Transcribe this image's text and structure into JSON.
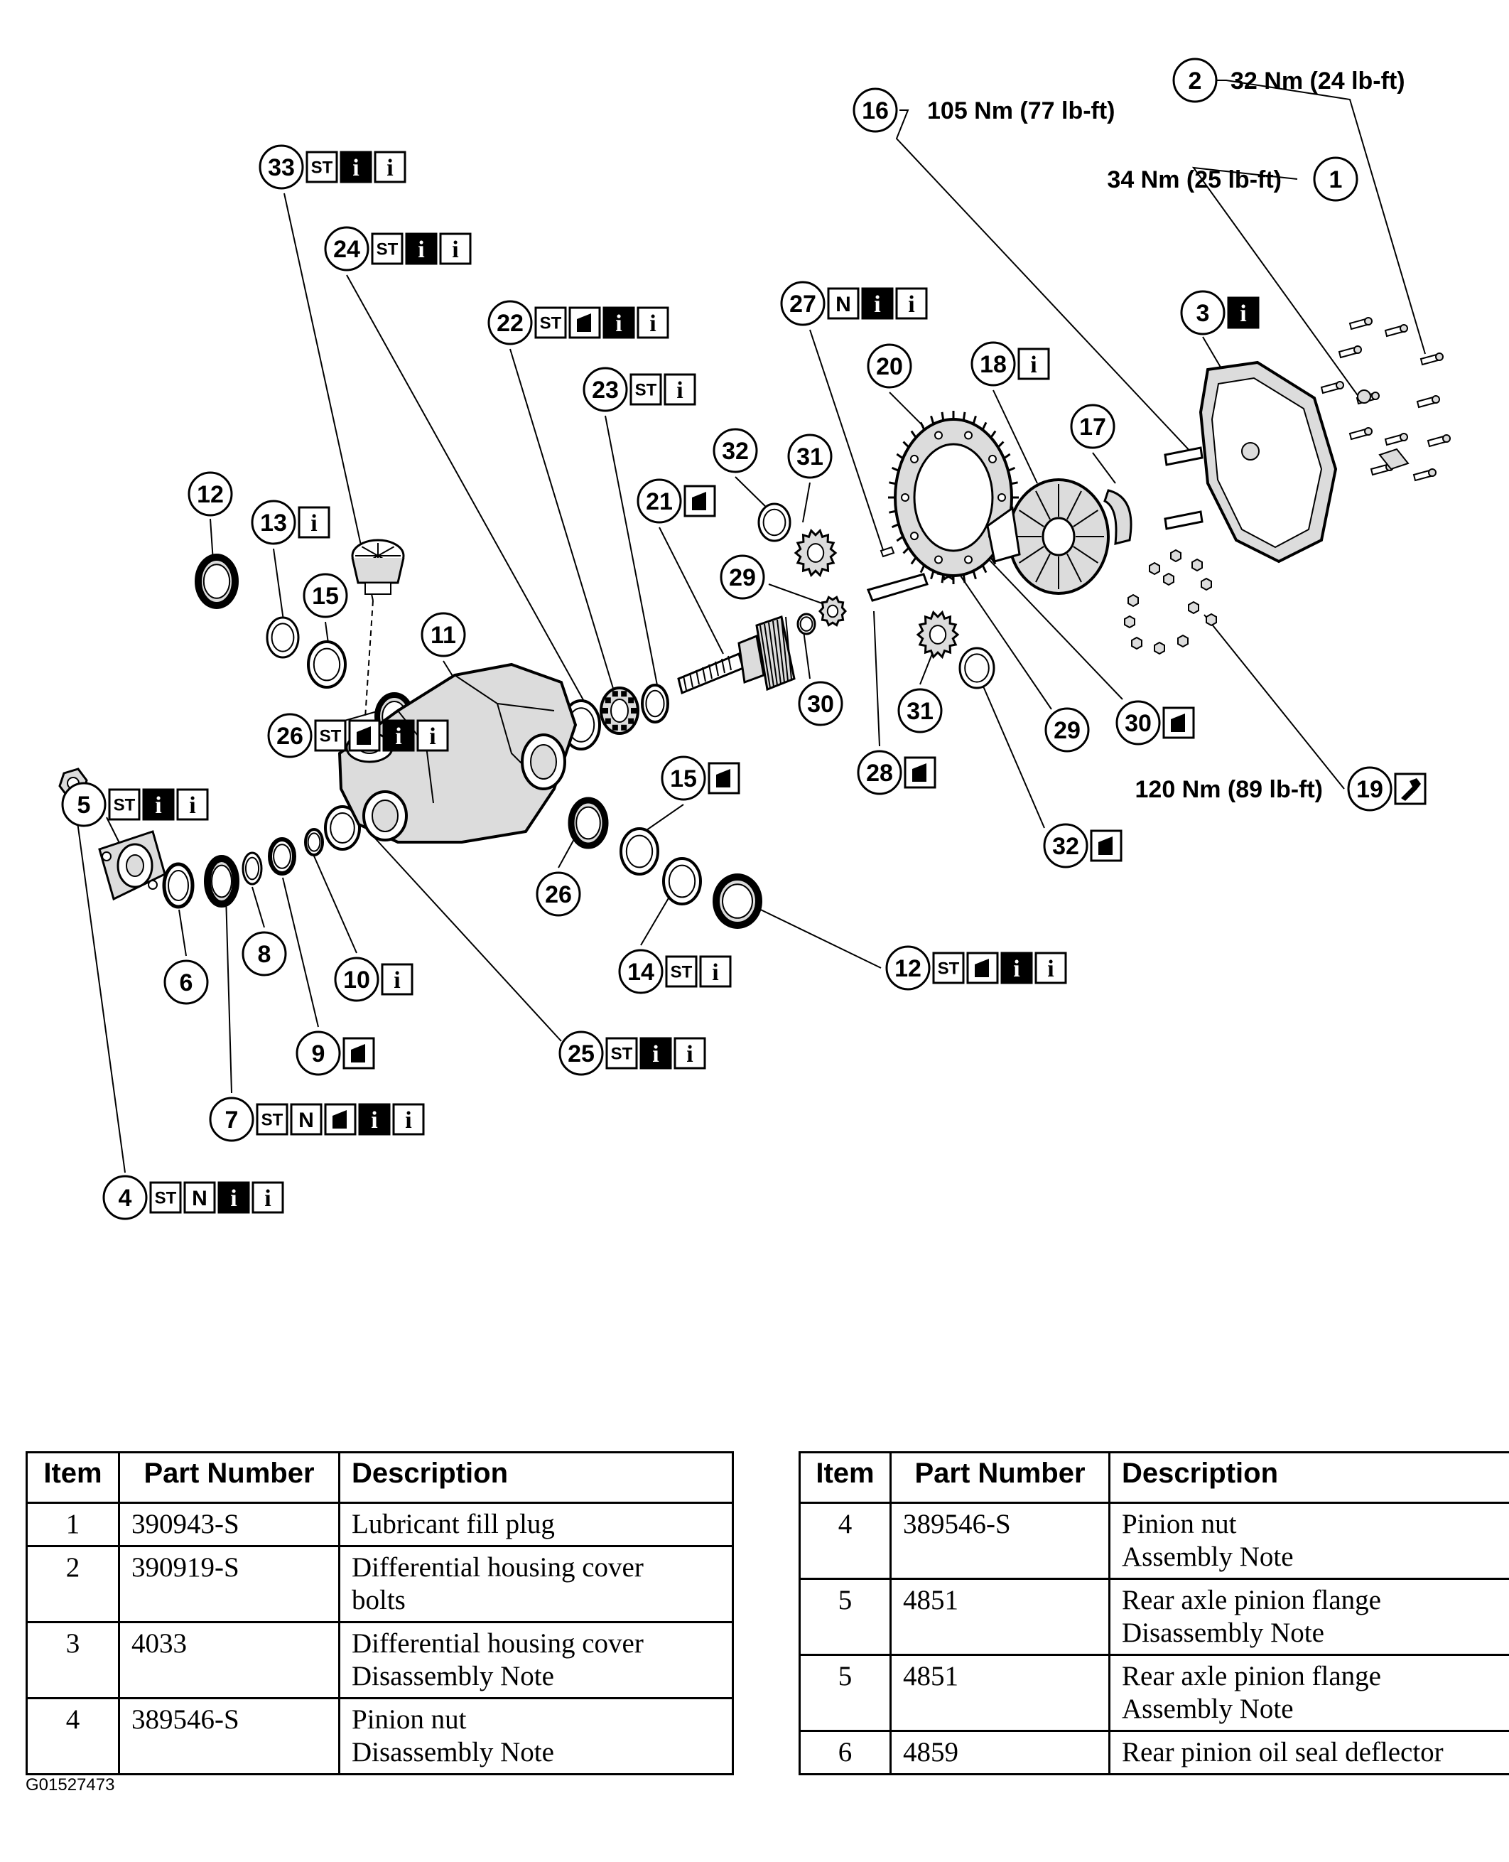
{
  "callouts": [
    {
      "n": "1",
      "icons": [],
      "torque": "34 Nm (25 lb-ft)"
    },
    {
      "n": "2",
      "icons": [],
      "torque": "32 Nm (24 lb-ft)"
    },
    {
      "n": "3",
      "icons": [
        "i-dark"
      ],
      "torque": ""
    },
    {
      "n": "4",
      "icons": [
        "ST",
        "N",
        "i-dark",
        "i-light"
      ],
      "torque": ""
    },
    {
      "n": "5",
      "icons": [
        "ST",
        "i-dark",
        "i-light"
      ],
      "torque": ""
    },
    {
      "n": "6",
      "icons": [],
      "torque": ""
    },
    {
      "n": "7",
      "icons": [
        "ST",
        "N",
        "book",
        "i-dark",
        "i-light"
      ],
      "torque": ""
    },
    {
      "n": "8",
      "icons": [],
      "torque": ""
    },
    {
      "n": "9",
      "icons": [
        "book"
      ],
      "torque": ""
    },
    {
      "n": "10",
      "icons": [
        "i-light"
      ],
      "torque": ""
    },
    {
      "n": "11",
      "icons": [],
      "torque": ""
    },
    {
      "n": "12",
      "icons": [],
      "torque": ""
    },
    {
      "n": "12",
      "icons": [
        "ST",
        "book",
        "i-dark",
        "i-light"
      ],
      "torque": ""
    },
    {
      "n": "13",
      "icons": [
        "i-light"
      ],
      "torque": ""
    },
    {
      "n": "14",
      "icons": [
        "ST",
        "i-light"
      ],
      "torque": ""
    },
    {
      "n": "15",
      "icons": [],
      "torque": ""
    },
    {
      "n": "15",
      "icons": [
        "book"
      ],
      "torque": ""
    },
    {
      "n": "16",
      "icons": [],
      "torque": "105 Nm (77 lb-ft)"
    },
    {
      "n": "17",
      "icons": [],
      "torque": ""
    },
    {
      "n": "18",
      "icons": [
        "i-light"
      ],
      "torque": ""
    },
    {
      "n": "19",
      "icons": [
        "wrench"
      ],
      "torque": "120 Nm (89 lb-ft)"
    },
    {
      "n": "20",
      "icons": [],
      "torque": ""
    },
    {
      "n": "21",
      "icons": [
        "book"
      ],
      "torque": ""
    },
    {
      "n": "22",
      "icons": [
        "ST",
        "book",
        "i-dark",
        "i-light"
      ],
      "torque": ""
    },
    {
      "n": "23",
      "icons": [
        "ST",
        "i-light"
      ],
      "torque": ""
    },
    {
      "n": "24",
      "icons": [
        "ST",
        "i-dark",
        "i-light"
      ],
      "torque": ""
    },
    {
      "n": "25",
      "icons": [
        "ST",
        "i-dark",
        "i-light"
      ],
      "torque": ""
    },
    {
      "n": "26",
      "icons": [],
      "torque": ""
    },
    {
      "n": "26",
      "icons": [
        "ST",
        "book",
        "i-dark",
        "i-light"
      ],
      "torque": ""
    },
    {
      "n": "27",
      "icons": [
        "N",
        "i-dark",
        "i-light"
      ],
      "torque": ""
    },
    {
      "n": "28",
      "icons": [
        "book"
      ],
      "torque": ""
    },
    {
      "n": "29",
      "icons": [],
      "torque": ""
    },
    {
      "n": "29",
      "icons": [],
      "torque": ""
    },
    {
      "n": "30",
      "icons": [],
      "torque": ""
    },
    {
      "n": "30",
      "icons": [
        "book"
      ],
      "torque": ""
    },
    {
      "n": "31",
      "icons": [],
      "torque": ""
    },
    {
      "n": "31",
      "icons": [],
      "torque": ""
    },
    {
      "n": "32",
      "icons": [],
      "torque": ""
    },
    {
      "n": "32",
      "icons": [
        "book"
      ],
      "torque": ""
    },
    {
      "n": "33",
      "icons": [
        "ST",
        "i-dark",
        "i-light"
      ],
      "torque": ""
    }
  ],
  "icon_text": {
    "ST": "ST",
    "N": "N",
    "i": "i"
  },
  "colors": {
    "ink": "#000000",
    "paper": "#ffffff",
    "part_fill": "#dcdcdc"
  },
  "table_left": {
    "headers": {
      "item": "Item",
      "part": "Part Number",
      "desc": "Description"
    },
    "rows": [
      {
        "item": "1",
        "part": "390943-S",
        "desc": [
          "Lubricant fill plug"
        ]
      },
      {
        "item": "2",
        "part": "390919-S",
        "desc": [
          "Differential housing cover",
          "bolts"
        ]
      },
      {
        "item": "3",
        "part": "4033",
        "desc": [
          "Differential housing cover",
          "Disassembly Note"
        ]
      },
      {
        "item": "4",
        "part": "389546-S",
        "desc": [
          "Pinion nut",
          "Disassembly Note"
        ]
      }
    ]
  },
  "table_right": {
    "headers": {
      "item": "Item",
      "part": "Part Number",
      "desc": "Description"
    },
    "rows": [
      {
        "item": "4",
        "part": "389546-S",
        "desc": [
          "Pinion nut",
          "Assembly Note"
        ]
      },
      {
        "item": "5",
        "part": "4851",
        "desc": [
          "Rear axle pinion flange",
          "Disassembly Note"
        ]
      },
      {
        "item": "5",
        "part": "4851",
        "desc": [
          "Rear axle pinion flange",
          "Assembly Note"
        ]
      },
      {
        "item": "6",
        "part": "4859",
        "desc": [
          "Rear pinion oil seal deflector"
        ]
      }
    ]
  },
  "figure_id": "G01527473"
}
